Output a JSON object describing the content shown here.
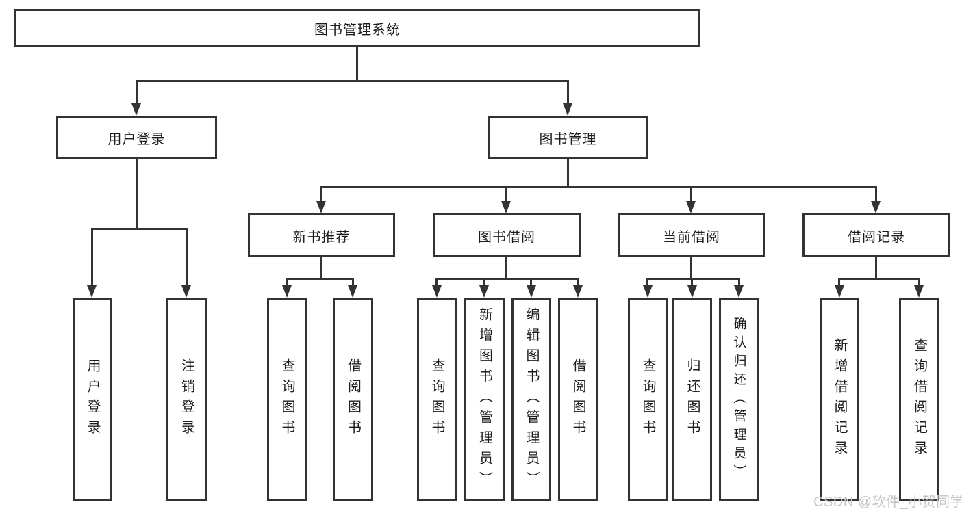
{
  "diagram": {
    "type": "hierarchy-tree",
    "title": "图书管理系统",
    "colors": {
      "line": "#333333",
      "box_border": "#333333",
      "text": "#1c1c1c",
      "background": "#ffffff",
      "watermark": "#c2c6cb"
    }
  },
  "tree": {
    "root": "图书管理系统",
    "branches": [
      {
        "label": "用户登录",
        "children": [
          "用户登录",
          "注销登录"
        ]
      },
      {
        "label": "图书管理",
        "sections": [
          {
            "label": "新书推荐",
            "children": [
              "查询图书",
              "借阅图书"
            ]
          },
          {
            "label": "图书借阅",
            "children": [
              "查询图书",
              "新增图书（管理员）",
              "编辑图书（管理员）",
              "借阅图书"
            ]
          },
          {
            "label": "当前借阅",
            "children": [
              "查询图书",
              "归还图书",
              "确认归还（管理员）"
            ]
          },
          {
            "label": "借阅记录",
            "children": [
              "新增借阅记录",
              "查询借阅记录"
            ]
          }
        ]
      }
    ]
  },
  "watermark": {
    "text": "CSDN @软件_小贺同学"
  }
}
